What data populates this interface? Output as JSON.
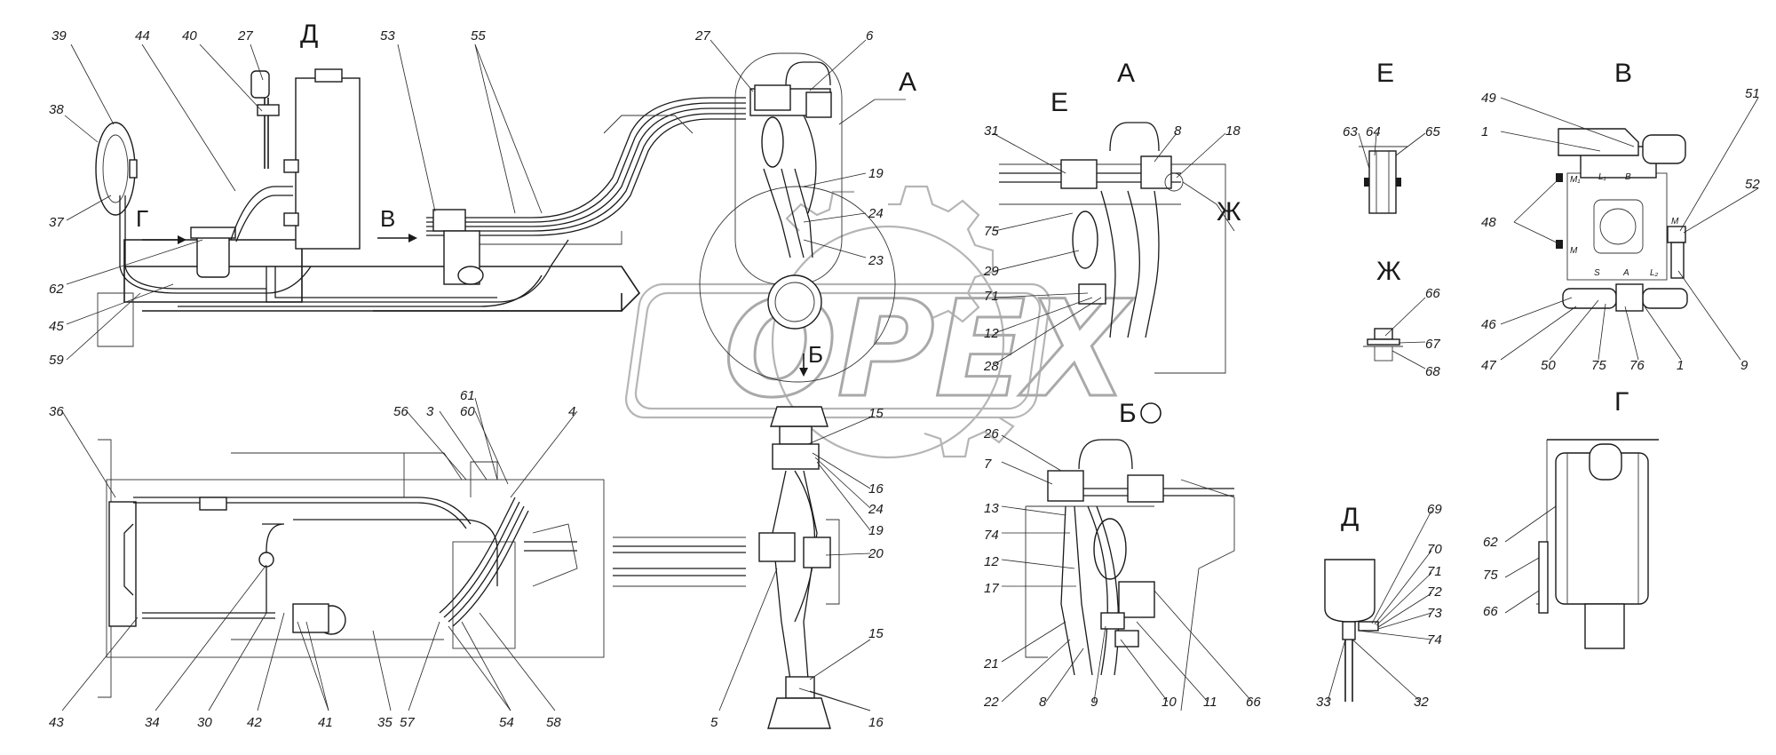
{
  "watermark": {
    "text": "OPEX"
  },
  "views": {
    "A_main": "А",
    "A_detail": "А",
    "B_view": "Б",
    "V_view": "В",
    "G_view": "Г",
    "D_view": "Д",
    "E_view": "Е",
    "Zh_view": "Ж",
    "E_marker": "Е",
    "Zh_marker": "Ж",
    "D_marker": "Д",
    "G_arrow": "Г",
    "V_arrow": "В",
    "B_arrow": "Б"
  },
  "callouts": {
    "c39": "39",
    "c44": "44",
    "c40": "40",
    "c27a": "27",
    "c53": "53",
    "c55": "55",
    "c38": "38",
    "c37": "37",
    "c62a": "62",
    "c45": "45",
    "c59": "59",
    "c27b": "27",
    "c6": "6",
    "c19a": "19",
    "c24a": "24",
    "c23": "23",
    "c31": "31",
    "c8a": "8",
    "c18": "18",
    "c75a": "75",
    "c29": "29",
    "c71": "71",
    "c12a": "12",
    "c28": "28",
    "c63": "63",
    "c64": "64",
    "c65": "65",
    "c66a": "66",
    "c67": "67",
    "c68": "68",
    "c49": "49",
    "c1a": "1",
    "c51": "51",
    "c52": "52",
    "c48": "48",
    "c46": "46",
    "c47": "47",
    "c50": "50",
    "c75b": "75",
    "c76": "76",
    "c1b": "1",
    "c9a": "9",
    "c36": "36",
    "c56": "56",
    "c3": "3",
    "c61": "61",
    "c60": "60",
    "c4": "4",
    "c43": "43",
    "c34": "34",
    "c30": "30",
    "c42": "42",
    "c41": "41",
    "c35": "35",
    "c57": "57",
    "c54": "54",
    "c58": "58",
    "c15a": "15",
    "c16a": "16",
    "c24b": "24",
    "c19b": "19",
    "c20": "20",
    "c15b": "15",
    "c16b": "16",
    "c5": "5",
    "c26": "26",
    "c7": "7",
    "c13": "13",
    "c74a": "74",
    "c12b": "12",
    "c17": "17",
    "c21": "21",
    "c22": "22",
    "c8b": "8",
    "c9b": "9",
    "c10": "10",
    "c11": "11",
    "c66b": "66",
    "c69": "69",
    "c70": "70",
    "c71b": "71",
    "c72": "72",
    "c73": "73",
    "c74b": "74",
    "c33": "33",
    "c32": "32",
    "c62b": "62",
    "c75c": "75",
    "c66c": "66"
  },
  "port_labels": {
    "L1": "L₁",
    "B": "B",
    "M1": "M₁",
    "M": "M",
    "M2": "M",
    "S": "S",
    "A": "A",
    "L2": "L₂"
  }
}
